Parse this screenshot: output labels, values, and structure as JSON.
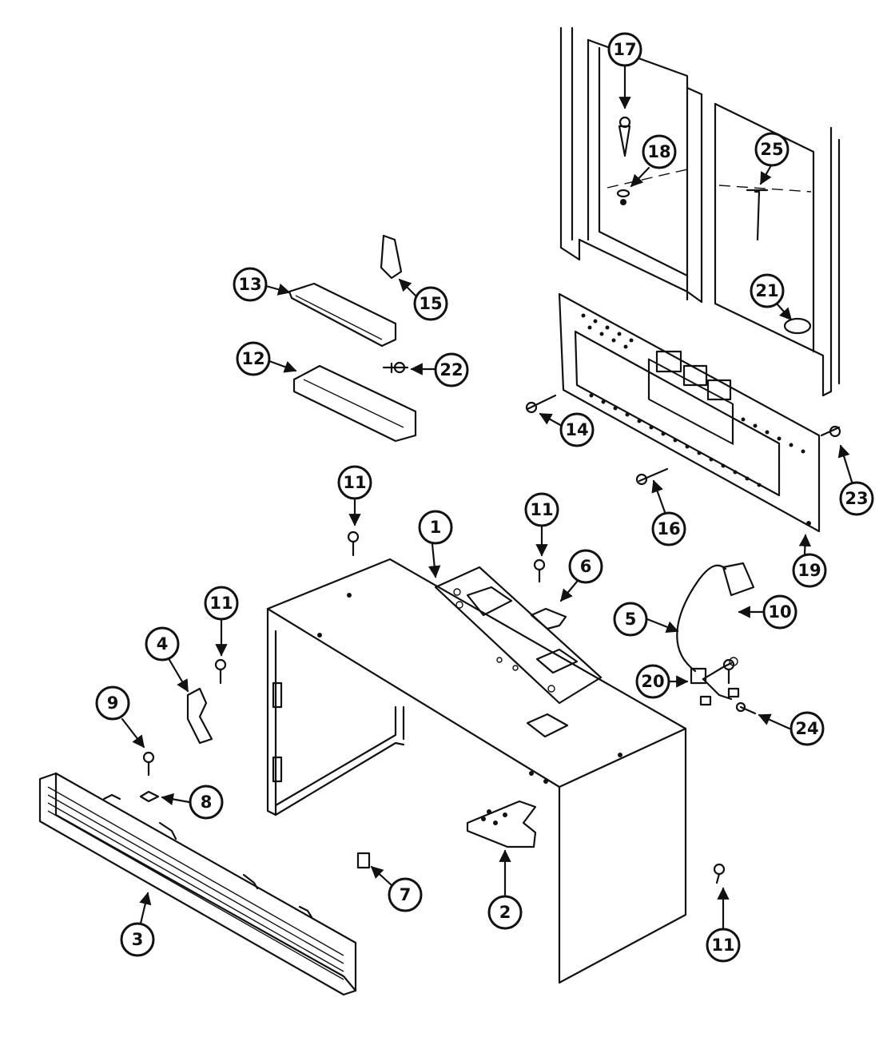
{
  "callouts": [
    {
      "id": "c1",
      "label": "1"
    },
    {
      "id": "c2",
      "label": "2"
    },
    {
      "id": "c3",
      "label": "3"
    },
    {
      "id": "c4",
      "label": "4"
    },
    {
      "id": "c5",
      "label": "5"
    },
    {
      "id": "c6",
      "label": "6"
    },
    {
      "id": "c7",
      "label": "7"
    },
    {
      "id": "c8",
      "label": "8"
    },
    {
      "id": "c9",
      "label": "9"
    },
    {
      "id": "c10",
      "label": "10"
    },
    {
      "id": "c11a",
      "label": "11"
    },
    {
      "id": "c11b",
      "label": "11"
    },
    {
      "id": "c11c",
      "label": "11"
    },
    {
      "id": "c11d",
      "label": "11"
    },
    {
      "id": "c12",
      "label": "12"
    },
    {
      "id": "c13",
      "label": "13"
    },
    {
      "id": "c14",
      "label": "14"
    },
    {
      "id": "c15",
      "label": "15"
    },
    {
      "id": "c16",
      "label": "16"
    },
    {
      "id": "c17",
      "label": "17"
    },
    {
      "id": "c18",
      "label": "18"
    },
    {
      "id": "c19",
      "label": "19"
    },
    {
      "id": "c20",
      "label": "20"
    },
    {
      "id": "c21",
      "label": "21"
    },
    {
      "id": "c22",
      "label": "22"
    },
    {
      "id": "c23",
      "label": "23"
    },
    {
      "id": "c24",
      "label": "24"
    },
    {
      "id": "c25",
      "label": "25"
    }
  ],
  "colors": {
    "ink": "#111111",
    "paper": "#ffffff"
  }
}
